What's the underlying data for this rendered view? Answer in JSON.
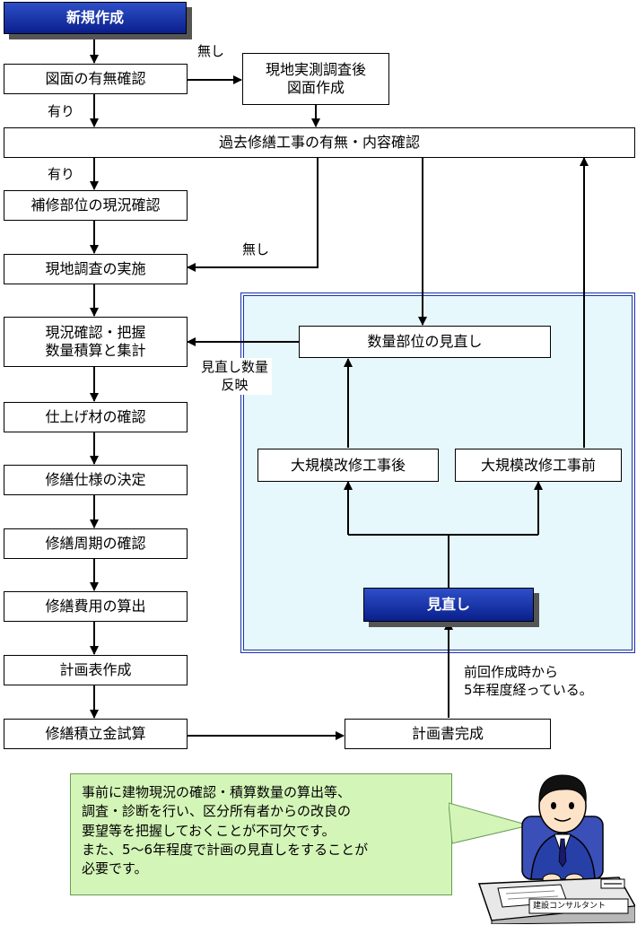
{
  "boxes": {
    "new_creation": "新規作成",
    "drawing_check": "図面の有無確認",
    "survey_draw_line1": "現地実測調査後",
    "survey_draw_line2": "図面作成",
    "past_repair": "過去修繕工事の有無・内容確認",
    "repair_site": "補修部位の現況確認",
    "site_survey": "現地調査の実施",
    "status_line1": "現況確認・把握",
    "status_line2": "数量積算と集計",
    "finish_material": "仕上げ材の確認",
    "repair_spec": "修繕仕様の決定",
    "repair_cycle": "修繕周期の確認",
    "repair_cost": "修繕費用の算出",
    "plan_table": "計画表作成",
    "reserve_calc": "修繕積立金試算",
    "plan_complete": "計画書完成",
    "quantity_review": "数量部位の見直し",
    "after_major": "大規模改修工事後",
    "before_major": "大規模改修工事前",
    "review": "見直し"
  },
  "labels": {
    "none_1": "無し",
    "yes_1": "有り",
    "yes_2": "有り",
    "none_2": "無し",
    "reflect_line1": "見直し数量",
    "reflect_line2": "反映",
    "years_line1": "前回作成時から",
    "years_line2": "5年程度経っている。"
  },
  "note": {
    "line1": "事前に建物現況の確認・積算数量の算出等、",
    "line2": "調査・診断を行い、区分所有者からの改良の",
    "line3": "要望等を把握しておくことが不可欠です。",
    "line4": "また、5～6年程度で計画の見直しをすることが",
    "line5": "必要です。"
  },
  "illustration": {
    "sign": "建設コンサルタント"
  },
  "colors": {
    "region_fill": "#e6f8fb",
    "region_border": "#2233aa",
    "blue_box": "#1a35b0",
    "note_fill": "#d4f5b8"
  }
}
